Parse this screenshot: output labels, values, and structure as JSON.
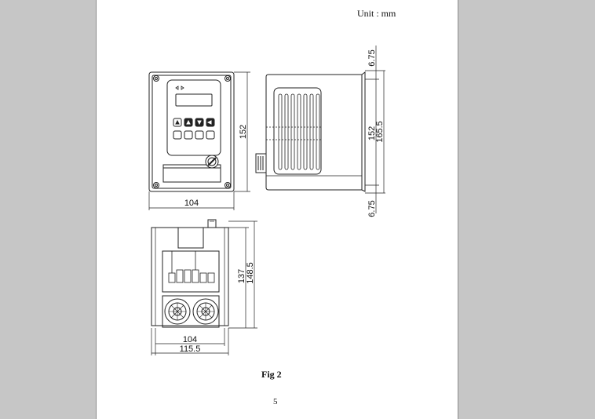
{
  "header": {
    "unit_label": "Unit : mm"
  },
  "dimensions": {
    "front_height": "152",
    "front_width": "104",
    "side_top_offset": "6.75",
    "side_inner_height": "152",
    "side_total_height": "165.5",
    "side_bottom_offset": "6.75",
    "bottom_inner_height": "137",
    "bottom_total_height": "148.5",
    "bottom_inner_width": "104",
    "bottom_total_width": "115.5"
  },
  "caption": {
    "figure": "Fig 2"
  },
  "footer": {
    "page_number": "5"
  }
}
